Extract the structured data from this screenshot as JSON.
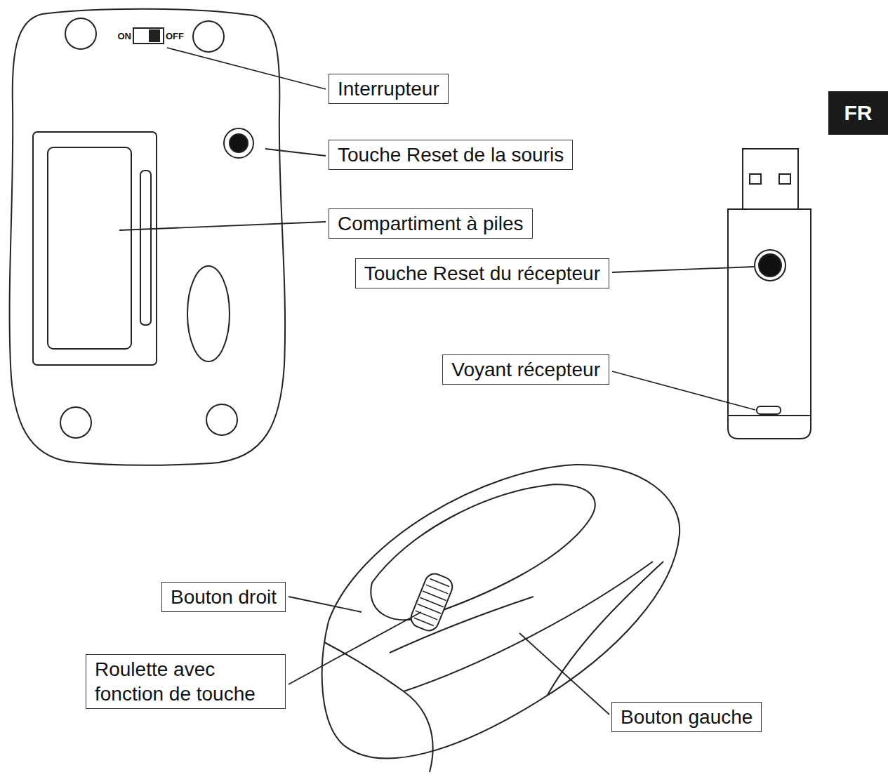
{
  "diagram": {
    "nodes": [
      {
        "text": [
          "Interrupteur"
        ]
      },
      {
        "text": [
          "FR"
        ]
      },
      {
        "text": [
          "Touche Reset de la souris"
        ]
      },
      {
        "text": [
          "Compartiment à piles"
        ]
      },
      {
        "text": [
          "Touche Reset du récepteur"
        ]
      },
      {
        "text": [
          "Voyant récepteur"
        ]
      },
      {
        "text": [
          "Bouton droit"
        ]
      },
      {
        "text": [
          "Roulette avec fonction de touche"
        ]
      },
      {
        "text": [
          "Bouton gauche"
        ]
      }
    ],
    "labels": [
      "ON",
      "OFF"
    ]
  }
}
